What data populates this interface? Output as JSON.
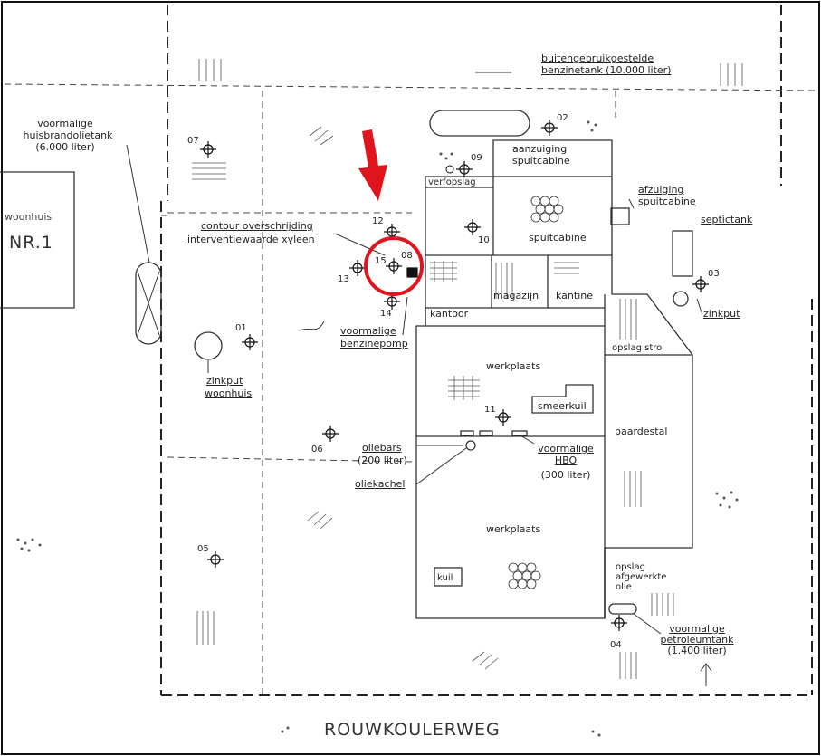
{
  "labels": {
    "benzinetank_1": "buitengebruikgestelde",
    "benzinetank_2": "benzinetank (10.000 liter)",
    "huisbrandolie_1": "voormalige",
    "huisbrandolie_2": "huisbrandolietank",
    "huisbrandolie_3": "(6.000 liter)",
    "woonhuis": "woonhuis",
    "nr1": "NR.1",
    "aanzuiging_1": "aanzuiging",
    "aanzuiging_2": "spuitcabine",
    "verfopslag": "verfopslag",
    "spuitcabine": "spuitcabine",
    "afzuiging_1": "afzuiging",
    "afzuiging_2": "spuitcabine",
    "septictank": "septictank",
    "contour_1": "contour  overschrijding",
    "contour_2": "interventiewaarde  xyleen",
    "kantoor": "kantoor",
    "magazijn": "magazijn",
    "kantine": "kantine",
    "zinkput_right": "zinkput",
    "benzinepomp_1": "voormalige",
    "benzinepomp_2": "benzinepomp",
    "opslag_stro": "opslag stro",
    "zinkput_woonhuis_1": "zinkput",
    "zinkput_woonhuis_2": "woonhuis",
    "werkplaats_top": "werkplaats",
    "smeerkuil": "smeerkuil",
    "paardestal": "paardestal",
    "oliebars_1": "oliebars",
    "oliebars_2": "(200 liter)",
    "hbo_1": "voormalige",
    "hbo_2": "HBO",
    "hbo_3": "(300 liter)",
    "oliekachel": "oliekachel",
    "werkplaats_bottom": "werkplaats",
    "kuil": "kuil",
    "opslag_olie_1": "opslag",
    "opslag_olie_2": "afgewerkte",
    "opslag_olie_3": "olie",
    "petroleum_1": "voormalige",
    "petroleum_2": "petroleumtank",
    "petroleum_3": "(1.400 liter)",
    "road": "ROUWKOULERWEG"
  },
  "points": [
    "01",
    "02",
    "03",
    "04",
    "05",
    "06",
    "07",
    "08",
    "09",
    "10",
    "11",
    "12",
    "13",
    "14",
    "15"
  ],
  "highlight": {
    "color": "#e0141c",
    "marker": "red-arrow",
    "circled_point": "15"
  }
}
